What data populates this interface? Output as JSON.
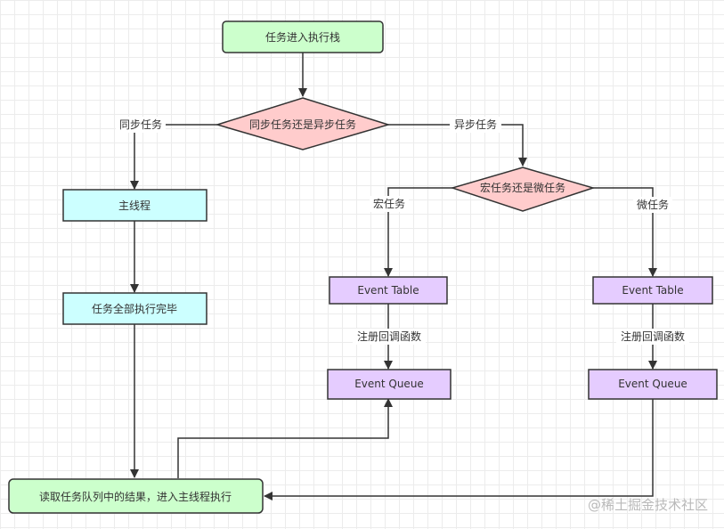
{
  "nodes": {
    "start": "任务进入执行栈",
    "decision_sync": "同步任务还是异步任务",
    "main_thread": "主线程",
    "task_done": "任务全部执行完毕",
    "decision_macro_micro": "宏任务还是微任务",
    "event_table_macro": "Event Table",
    "event_queue_macro": "Event Queue",
    "event_table_micro": "Event Table",
    "event_queue_micro": "Event Queue",
    "read_queue": "读取任务队列中的结果，进入主线程执行"
  },
  "edge_labels": {
    "sync": "同步任务",
    "async": "异步任务",
    "macro": "宏任务",
    "micro": "微任务",
    "register_macro": "注册回调函数",
    "register_micro": "注册回调函数"
  },
  "watermark": "@稀土掘金技术社区",
  "colors": {
    "start_fill": "#ccffcc",
    "decision_fill": "#ffcccc",
    "thread_fill": "#ccffff",
    "event_fill": "#e5ccff",
    "stroke": "#333333"
  }
}
